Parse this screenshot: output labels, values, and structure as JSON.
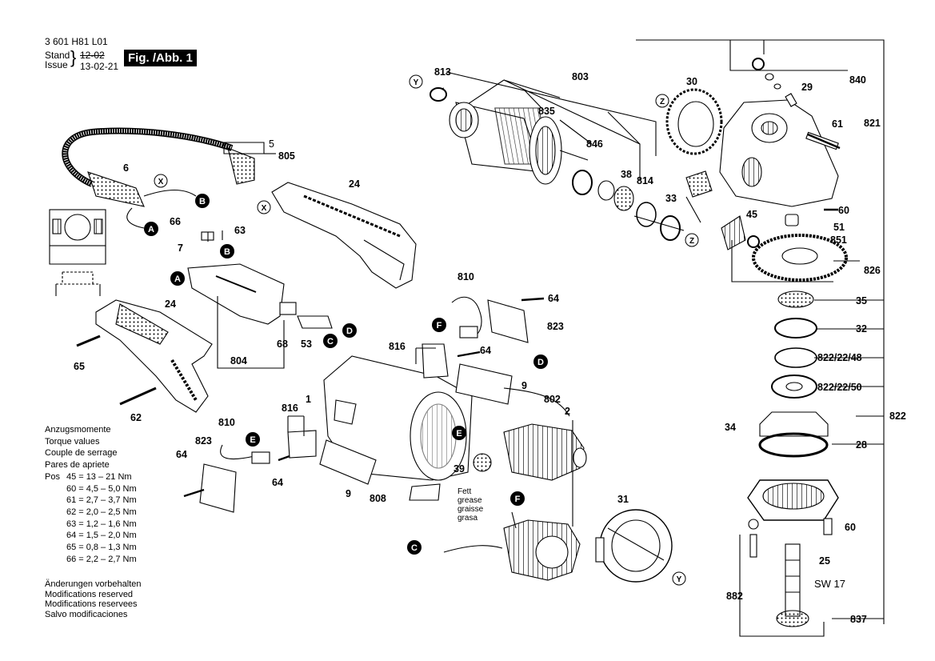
{
  "header": {
    "doc_number": "3 601 H81 L01",
    "stand_label": "Stand",
    "issue_label": "Issue",
    "old_date": "12-02",
    "new_date": "13-02-21",
    "fig_label": "Fig. /Abb. 1"
  },
  "torque": {
    "lines": [
      "Anzugsmomente",
      "Torque values",
      "Couple de serrage",
      "Pares de apriete"
    ],
    "pos_label": "Pos",
    "rows": [
      {
        "pos": "45",
        "range": "13 – 21 Nm"
      },
      {
        "pos": "60",
        "range": "4,5 – 5,0 Nm"
      },
      {
        "pos": "61",
        "range": "2,7 – 3,7 Nm"
      },
      {
        "pos": "62",
        "range": "2,0 – 2,5 Nm"
      },
      {
        "pos": "63",
        "range": "1,2 – 1,6 Nm"
      },
      {
        "pos": "64",
        "range": "1,5 – 2,0 Nm"
      },
      {
        "pos": "65",
        "range": "0,8 – 1,3 Nm"
      },
      {
        "pos": "66",
        "range": "2,2 – 2,7 Nm"
      }
    ]
  },
  "modifications": [
    "Änderungen vorbehalten",
    "Modifications reserved",
    "Modifications reservees",
    "Salvo modificaciones"
  ],
  "grease": [
    "Fett",
    "grease",
    "graisse",
    "grasa"
  ],
  "wrench": "SW 17",
  "parts": {
    "p813": "813",
    "p803": "803",
    "p835": "835",
    "p30": "30",
    "p840": "840",
    "p29": "29",
    "p61a": "61",
    "p821": "821",
    "p846": "846",
    "p38": "38",
    "p814": "814",
    "p33": "33",
    "p45": "45",
    "p60a": "60",
    "p51": "51",
    "p851": "851",
    "p826": "826",
    "p5": "5",
    "p805": "805",
    "p6": "6",
    "p24a": "24",
    "p66": "66",
    "p63": "63",
    "p7": "7",
    "p810a": "810",
    "p64a": "64",
    "p823a": "823",
    "p24b": "24",
    "p68": "68",
    "p53": "53",
    "p816a": "816",
    "p64b": "64",
    "p65": "65",
    "p804": "804",
    "p9a": "9",
    "p62": "62",
    "p1": "1",
    "p802": "802",
    "p2": "2",
    "p810b": "810",
    "p816b": "816",
    "p823b": "823",
    "p64c": "64",
    "p64d": "64",
    "p39": "39",
    "p9b": "9",
    "p808": "808",
    "p31": "31",
    "p35": "35",
    "p32": "32",
    "p822_48": "822/22/48",
    "p822_50": "822/22/50",
    "p822": "822",
    "p34": "34",
    "p28": "28",
    "p60b": "60",
    "p25": "25",
    "p882": "882",
    "p837": "837"
  },
  "callouts": {
    "a": "A",
    "b": "B",
    "c": "C",
    "d": "D",
    "e": "E",
    "f": "F",
    "x": "X",
    "y": "Y",
    "z": "Z"
  }
}
